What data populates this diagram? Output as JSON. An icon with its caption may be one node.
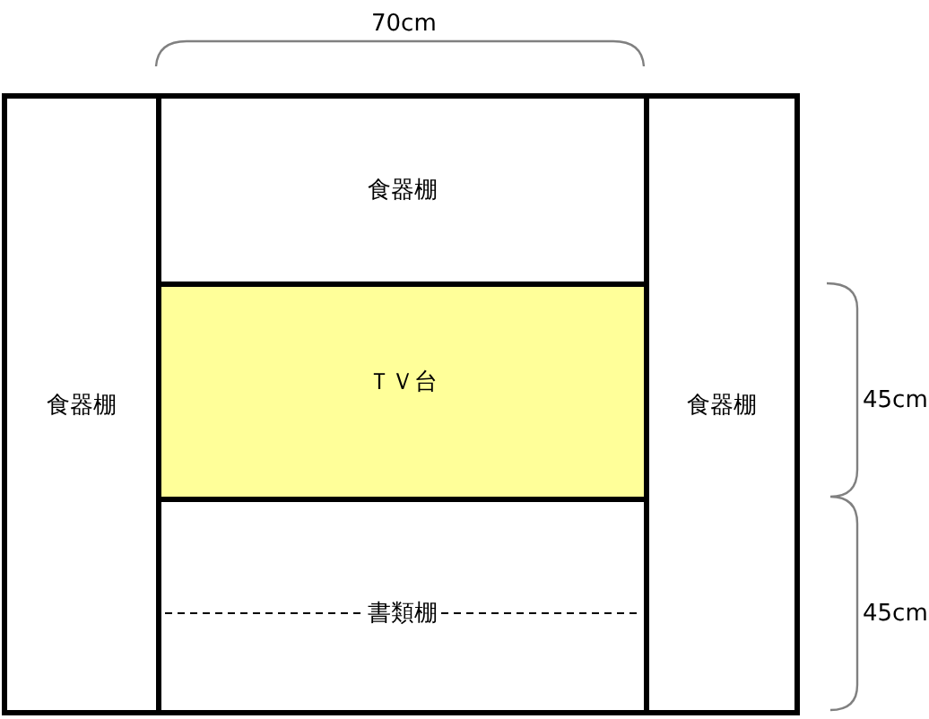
{
  "diagram": {
    "nodes": [
      {
        "text": [
          "食器棚"
        ]
      },
      {
        "text": [
          "食器棚"
        ]
      },
      {
        "text": [
          "ＴＶ台"
        ]
      },
      {
        "text": [
          "食器棚"
        ]
      },
      {
        "text": [
          "書類棚"
        ]
      }
    ],
    "labels": [
      "70cm",
      "45cm",
      "45cm"
    ]
  }
}
